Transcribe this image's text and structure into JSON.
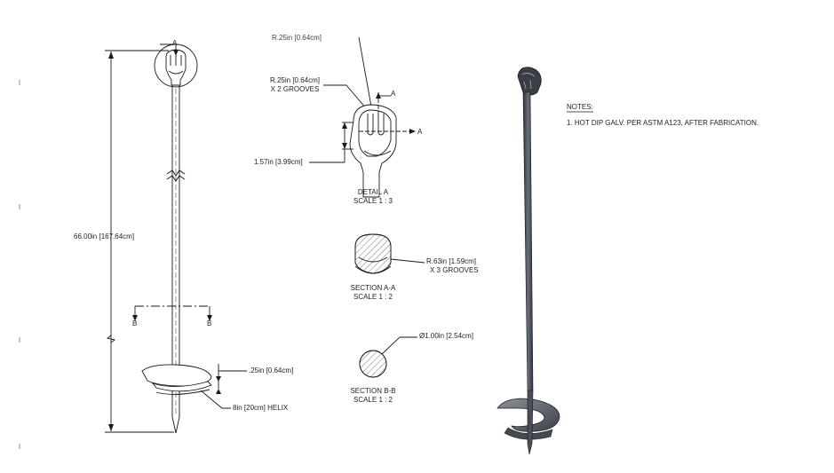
{
  "side_view": {
    "length_label": "66.00in [167.64cm]",
    "view_arrow_label": "A",
    "section_b_left": "B",
    "section_b_right": "B",
    "thickness_label": ".25in [0.64cm]",
    "helix_label": "8in [20cm] HELIX"
  },
  "detail_a": {
    "top_cut_label": "R.25in [0.64cm]",
    "groove_radius": "R.25in [0.64cm]",
    "groove_count": "X 2 GROOVES",
    "arrow_top_label": "A",
    "arrow_right_label": "A",
    "height_label": "1.57in [3.99cm]",
    "title": "DETAIL A",
    "scale": "SCALE 1 : 3"
  },
  "section_aa": {
    "radius_label": "R.63in [1.59cm]",
    "groove_count": "X 3 GROOVES",
    "title": "SECTION A-A",
    "scale": "SCALE 1 : 2"
  },
  "section_bb": {
    "diameter_label": "Ø1.00in [2.54cm]",
    "title": "SECTION B-B",
    "scale": "SCALE 1 : 2"
  },
  "notes": {
    "heading": "NOTES:",
    "items": [
      "1. HOT DIP GALV. PER ASTM A123, AFTER FABRICATION."
    ]
  },
  "colors": {
    "line": "#1a1a1a",
    "hatch": "#555555",
    "rod_dark": "#3a3f47",
    "rod_mid": "#5b616b",
    "rod_light": "#9aa0a8"
  }
}
